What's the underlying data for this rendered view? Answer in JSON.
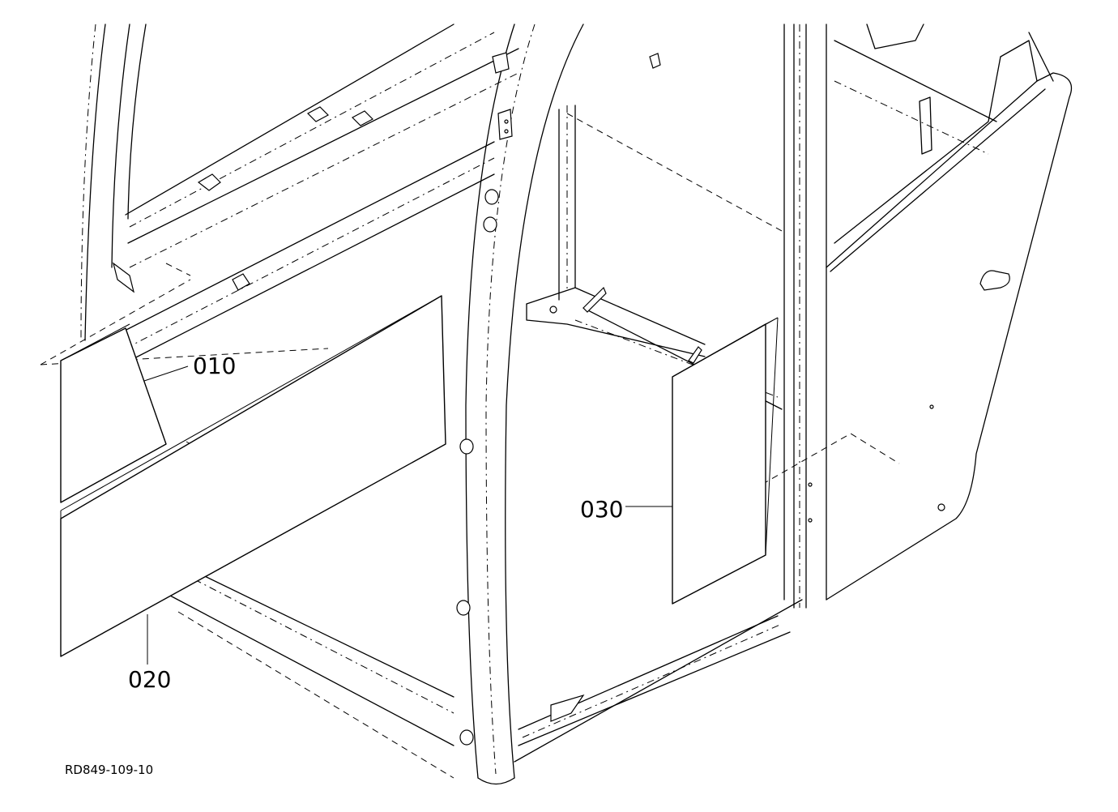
{
  "parts": [
    {
      "id": "010"
    },
    {
      "id": "020"
    },
    {
      "id": "030"
    }
  ],
  "drawing_code": "RD849-109-10"
}
